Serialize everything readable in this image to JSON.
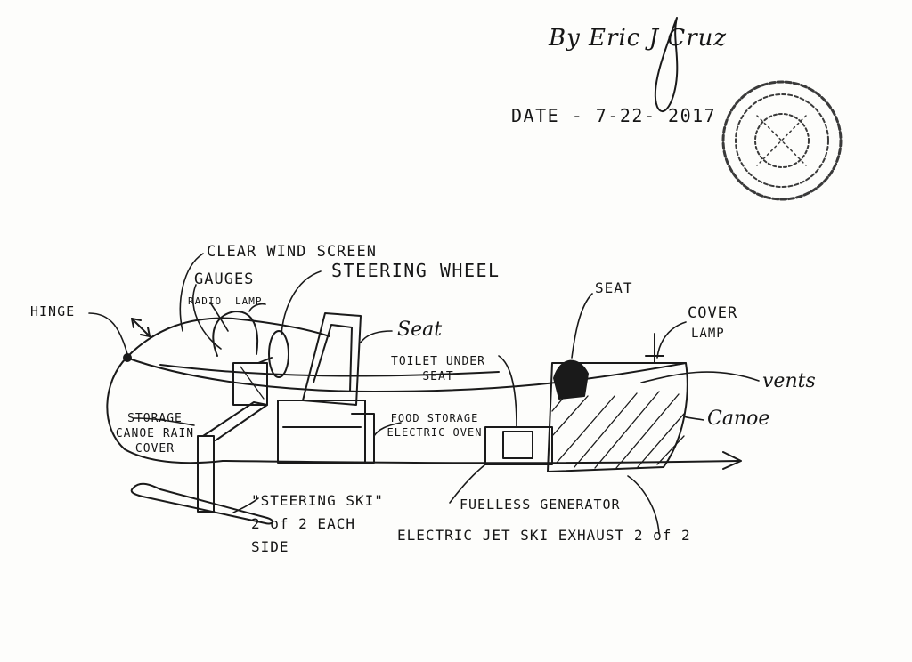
{
  "header": {
    "author": "By Eric J Cruz",
    "date": "DATE - 7-22- 2017"
  },
  "labels": {
    "clear_wind_screen": "CLEAR WIND SCREEN",
    "gauges": "GAUGES",
    "radio": "RADIO",
    "lamp_front": "LAMP",
    "steering_wheel": "STEERING WHEEL",
    "hinge": "HINGE",
    "seat_front": "Seat",
    "seat_rear": "SEAT",
    "toilet_under_seat": "TOILET UNDER SEAT",
    "cover": "COVER",
    "lamp_rear": "LAMP",
    "vents": "vents",
    "canoe": "Canoe",
    "storage_canoe_rain_cover": "STORAGE CANOE RAIN COVER",
    "food_storage_electric_oven": "FOOD STORAGE ELECTRIC OVEN",
    "fuelless_generator": "FUELLESS GENERATOR",
    "steering_ski": "\"STEERING SKI\" 2 of 2 EACH SIDE",
    "jet_ski_exhaust": "ELECTRIC JET SKI EXHAUST 2 of 2"
  },
  "colors": {
    "ink": "#1a1a1a",
    "paper": "#fdfdfb",
    "stamp": "#3a3a3a"
  }
}
